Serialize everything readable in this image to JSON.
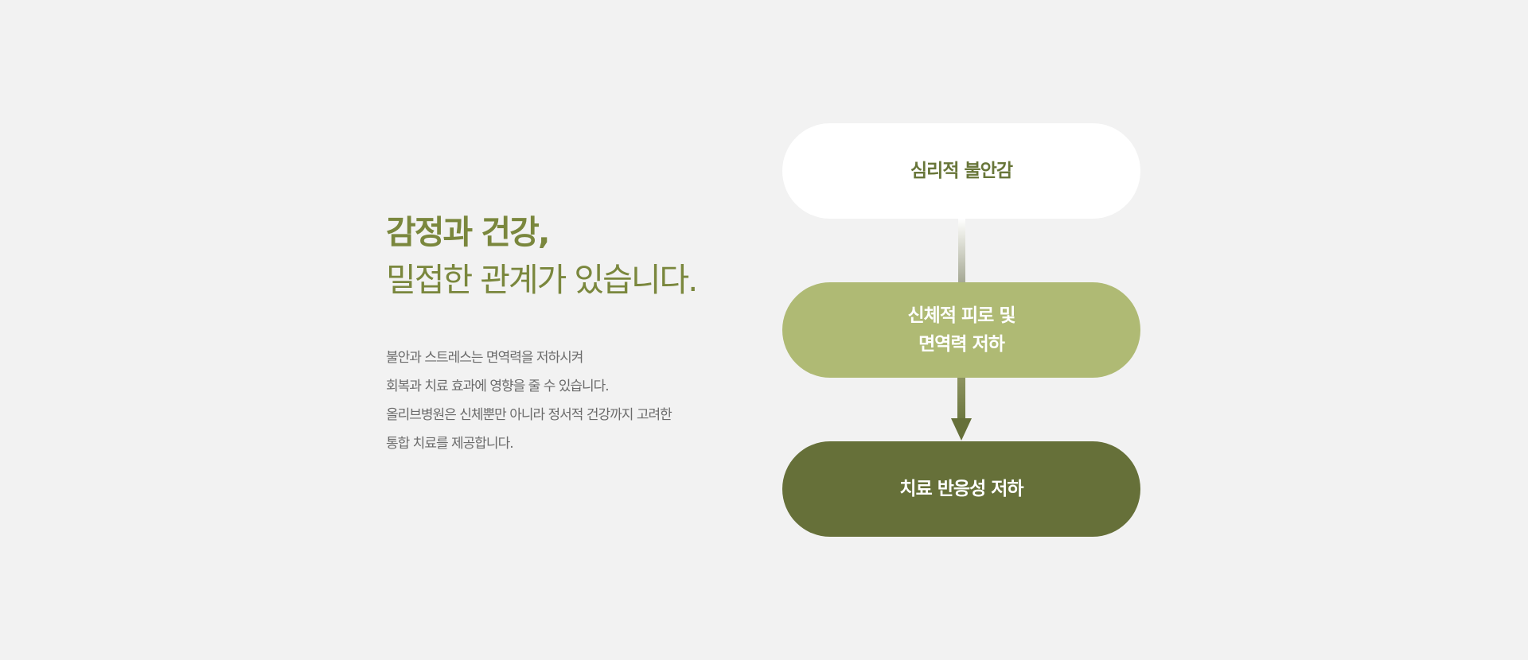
{
  "intro": {
    "heading_bold": "감정과 건강,",
    "heading_light": "밀접한 관계가 있습니다.",
    "description_lines": [
      "불안과 스트레스는 면역력을 저하시켜",
      "회복과 치료 효과에 영향을 줄 수 있습니다.",
      "올리브병원은 신체뿐만 아니라 정서적 건강까지 고려한",
      "통합 치료를 제공합니다."
    ]
  },
  "flow": {
    "steps": [
      {
        "label": "심리적 불안감",
        "bg_color": "#ffffff",
        "text_color": "#687639"
      },
      {
        "label_lines": [
          "신체적 피로 및",
          "면역력 저하"
        ],
        "bg_color": "#afba74",
        "text_color": "#ffffff"
      },
      {
        "label": "치료 반응성 저하",
        "bg_color": "#667039",
        "text_color": "#ffffff"
      }
    ],
    "connectors": [
      {
        "type": "line",
        "style": "gradient-white-to-grey"
      },
      {
        "type": "arrow",
        "direction": "down",
        "color": "#667039"
      }
    ]
  },
  "colors": {
    "background": "#f2f2f2",
    "heading": "#7a873d",
    "body_text": "#6b6b6b"
  }
}
